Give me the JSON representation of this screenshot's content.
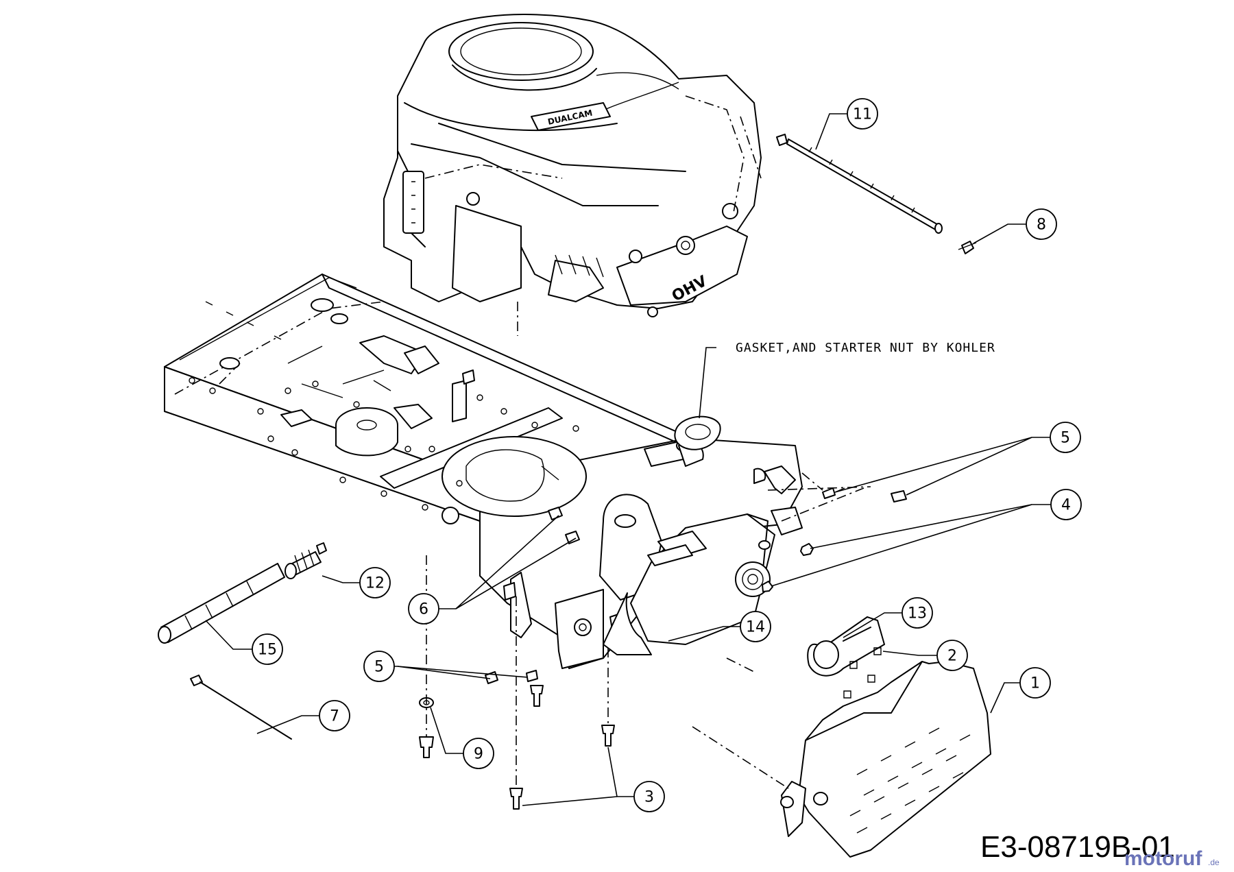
{
  "note": {
    "text": "GASKET,AND STARTER NUT BY KOHLER"
  },
  "drawing_code": "E3-08719B-01",
  "watermark": {
    "text": "motoruf",
    "suffix": ".de"
  },
  "engine": {
    "brand_text": "DUALCAM",
    "badge_text": "OHV"
  },
  "callouts": [
    {
      "id": "c11",
      "label": "11"
    },
    {
      "id": "c8",
      "label": "8"
    },
    {
      "id": "c5a",
      "label": "5"
    },
    {
      "id": "c4",
      "label": "4"
    },
    {
      "id": "c12",
      "label": "12"
    },
    {
      "id": "c6",
      "label": "6"
    },
    {
      "id": "c14",
      "label": "14"
    },
    {
      "id": "c13",
      "label": "13"
    },
    {
      "id": "c15",
      "label": "15"
    },
    {
      "id": "c2",
      "label": "2"
    },
    {
      "id": "c5b",
      "label": "5"
    },
    {
      "id": "c1",
      "label": "1"
    },
    {
      "id": "c7",
      "label": "7"
    },
    {
      "id": "c9",
      "label": "9"
    },
    {
      "id": "c3",
      "label": "3"
    }
  ]
}
